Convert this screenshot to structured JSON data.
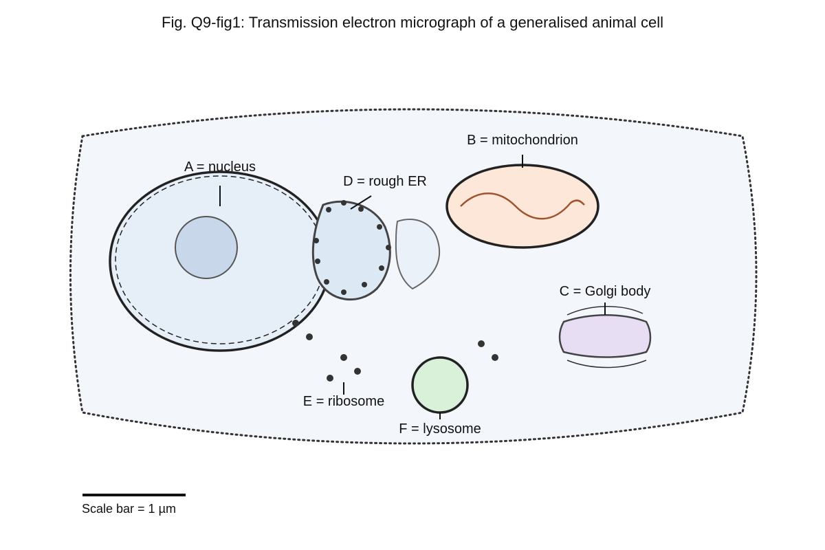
{
  "figure": {
    "title": "Fig. Q9-fig1: Transmission electron micrograph of a generalised animal cell"
  },
  "labels": {
    "nucleus": "A = nucleus",
    "mitochondrion": "B = mitochondrion",
    "golgi": "C = Golgi body",
    "rough_er": "D = rough ER",
    "ribosome": "E = ribosome",
    "lysosome": "F = lysosome"
  },
  "scale_bar": {
    "label": "Scale bar = 1 µm"
  },
  "colors": {
    "cytoplasm": "#f3f6fb",
    "nucleus": "#e6eef8",
    "nucleolus": "#c8d7ea",
    "rough_er": "#dce8f4",
    "mitochondrion": "#fce7d9",
    "cristae": "#a0522d",
    "golgi": "#e8def4",
    "lysosome": "#d9f0d9",
    "outline": "#222222"
  }
}
